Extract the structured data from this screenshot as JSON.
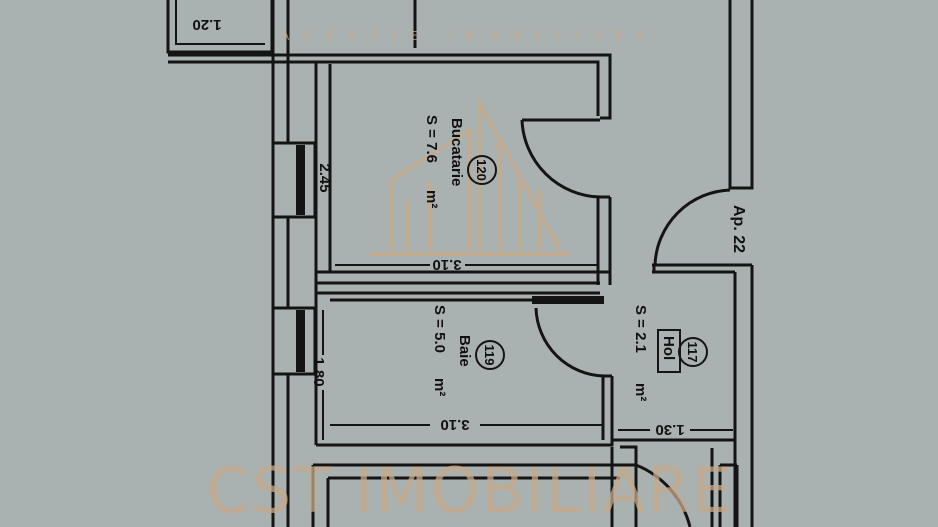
{
  "plan": {
    "rooms": [
      {
        "number": "120",
        "name": "Bucatarie",
        "area": "S = 7.6",
        "unit": "m²"
      },
      {
        "number": "119",
        "name": "Baie",
        "area": "S = 5.0",
        "unit": "m²"
      },
      {
        "number": "117",
        "name": "Hol",
        "area": "S = 2.1",
        "unit": "m²"
      }
    ],
    "neighbor_label": "Ap. 22",
    "dimensions": {
      "top_box": "1.20",
      "kitchen_height": "2.45",
      "kitchen_width": "3.10",
      "bath_height": "1.80",
      "bath_width": "3.10",
      "hall_width": "1.30"
    }
  },
  "watermark": {
    "brand": "CST IMOBILIARE",
    "tagline": "AGENTIE IMOBILIARA",
    "color": "#c7a98a"
  },
  "colors": {
    "paper": "#a9b2b0",
    "ink": "#141414"
  }
}
